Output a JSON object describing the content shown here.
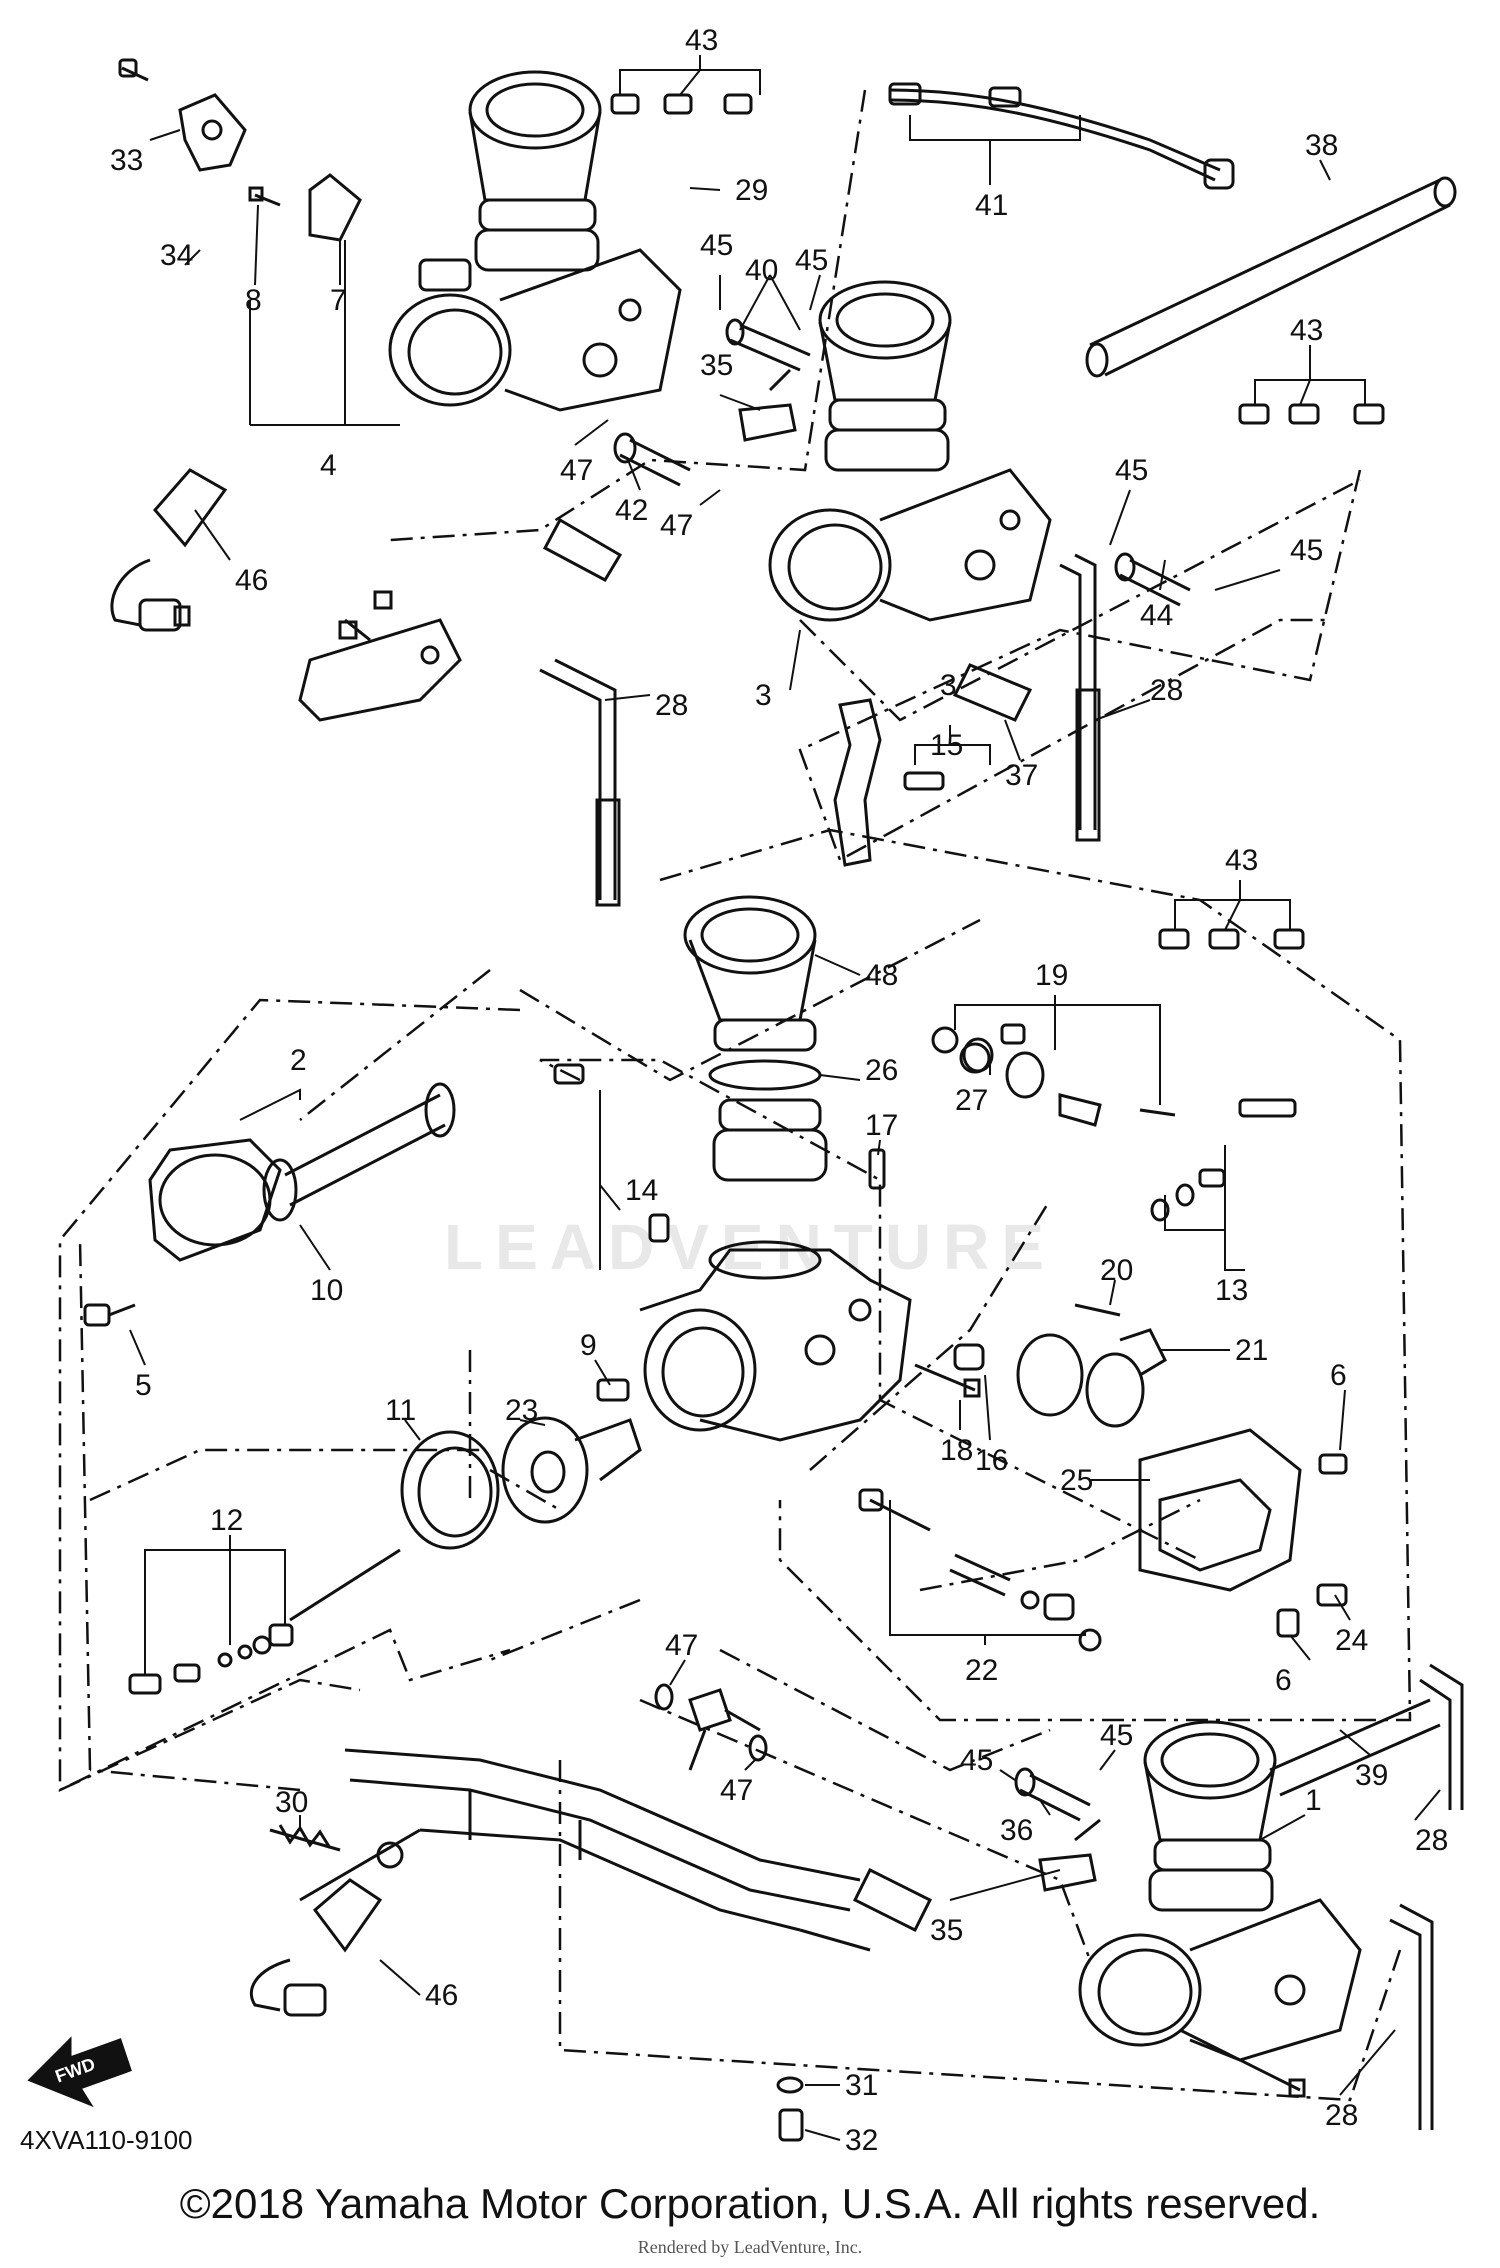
{
  "diagram": {
    "part_code": "4XVA110-9100",
    "watermark": "LEADVENTURE",
    "fwd_label": "FWD",
    "copyright": "©2018 Yamaha Motor Corporation, U.S.A. All rights reserved.",
    "rendered_by": "Rendered by LeadVenture, Inc."
  },
  "callouts": [
    {
      "id": "43a",
      "label": "43"
    },
    {
      "id": "33",
      "label": "33"
    },
    {
      "id": "29",
      "label": "29"
    },
    {
      "id": "41",
      "label": "41"
    },
    {
      "id": "38",
      "label": "38"
    },
    {
      "id": "34",
      "label": "34"
    },
    {
      "id": "8",
      "label": "8"
    },
    {
      "id": "7",
      "label": "7"
    },
    {
      "id": "45a",
      "label": "45"
    },
    {
      "id": "40",
      "label": "40"
    },
    {
      "id": "45b",
      "label": "45"
    },
    {
      "id": "43b",
      "label": "43"
    },
    {
      "id": "35a",
      "label": "35"
    },
    {
      "id": "4",
      "label": "4"
    },
    {
      "id": "47a",
      "label": "47"
    },
    {
      "id": "42",
      "label": "42"
    },
    {
      "id": "47b",
      "label": "47"
    },
    {
      "id": "46a",
      "label": "46"
    },
    {
      "id": "45c",
      "label": "45"
    },
    {
      "id": "45d",
      "label": "45"
    },
    {
      "id": "44",
      "label": "44"
    },
    {
      "id": "28a",
      "label": "28"
    },
    {
      "id": "3a",
      "label": "3"
    },
    {
      "id": "3b",
      "label": "3"
    },
    {
      "id": "28b",
      "label": "28"
    },
    {
      "id": "15",
      "label": "15"
    },
    {
      "id": "37",
      "label": "37"
    },
    {
      "id": "43c",
      "label": "43"
    },
    {
      "id": "48",
      "label": "48"
    },
    {
      "id": "19",
      "label": "19"
    },
    {
      "id": "2",
      "label": "2"
    },
    {
      "id": "26",
      "label": "26"
    },
    {
      "id": "27",
      "label": "27"
    },
    {
      "id": "17",
      "label": "17"
    },
    {
      "id": "14",
      "label": "14"
    },
    {
      "id": "10",
      "label": "10"
    },
    {
      "id": "13",
      "label": "13"
    },
    {
      "id": "20",
      "label": "20"
    },
    {
      "id": "5",
      "label": "5"
    },
    {
      "id": "9",
      "label": "9"
    },
    {
      "id": "21",
      "label": "21"
    },
    {
      "id": "6a",
      "label": "6"
    },
    {
      "id": "11",
      "label": "11"
    },
    {
      "id": "23",
      "label": "23"
    },
    {
      "id": "16",
      "label": "16"
    },
    {
      "id": "18",
      "label": "18"
    },
    {
      "id": "25",
      "label": "25"
    },
    {
      "id": "12",
      "label": "12"
    },
    {
      "id": "24",
      "label": "24"
    },
    {
      "id": "22",
      "label": "22"
    },
    {
      "id": "6b",
      "label": "6"
    },
    {
      "id": "47c",
      "label": "47"
    },
    {
      "id": "39",
      "label": "39"
    },
    {
      "id": "45e",
      "label": "45"
    },
    {
      "id": "45f",
      "label": "45"
    },
    {
      "id": "1",
      "label": "1"
    },
    {
      "id": "30",
      "label": "30"
    },
    {
      "id": "47d",
      "label": "47"
    },
    {
      "id": "36",
      "label": "36"
    },
    {
      "id": "28c",
      "label": "28"
    },
    {
      "id": "35b",
      "label": "35"
    },
    {
      "id": "46b",
      "label": "46"
    },
    {
      "id": "31",
      "label": "31"
    },
    {
      "id": "28d",
      "label": "28"
    },
    {
      "id": "32",
      "label": "32"
    }
  ]
}
